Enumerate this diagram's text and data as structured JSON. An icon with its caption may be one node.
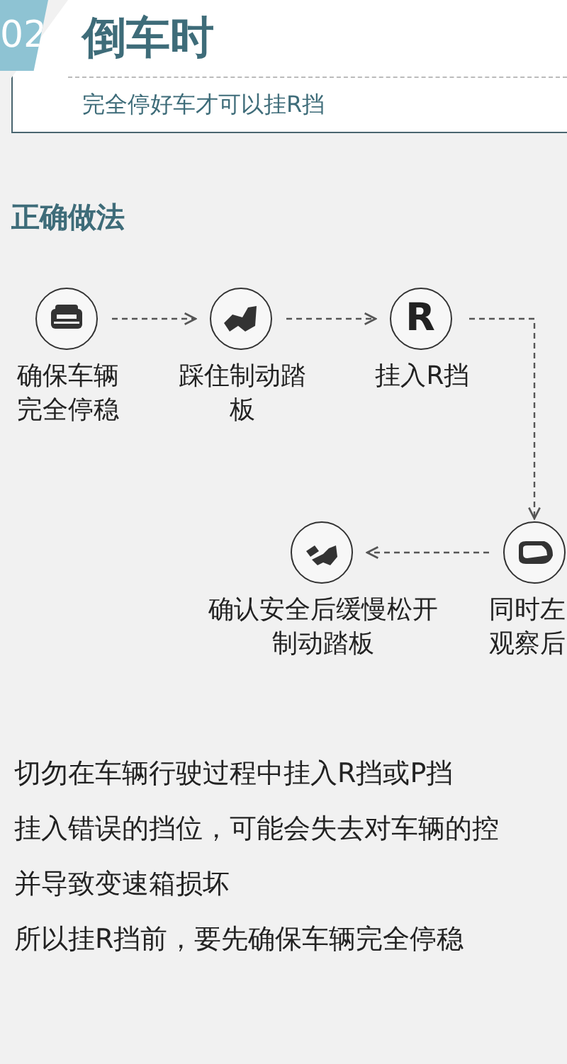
{
  "diagram": {
    "title": "倒车时",
    "nodes": [
      {
        "text": [
          "确保车辆完全停稳"
        ]
      },
      {
        "text": [
          "踩住制动踏板"
        ]
      },
      {
        "text": [
          "R",
          "挂入R挡"
        ]
      },
      {
        "text": [
          "确认安全后缓慢松开制动踏板"
        ]
      },
      {
        "text": [
          "同时左观察后"
        ]
      }
    ],
    "edges": [
      {
        "from": 0,
        "to": 1,
        "arrow": "to",
        "style": "dashed"
      },
      {
        "from": 1,
        "to": 2,
        "arrow": "to",
        "style": "dashed"
      },
      {
        "from": 2,
        "to": 4,
        "arrow": "to",
        "style": "dashed"
      },
      {
        "from": 4,
        "to": 3,
        "arrow": "to",
        "style": "dashed"
      }
    ],
    "labels": [
      "02",
      "完全停好车才可以挂R挡",
      "正确做法",
      "切勿在车辆行驶过程中挂入R挡或P挡",
      "挂入错误的挡位，可能会失去对车辆的控",
      "并导致变速箱损坏",
      "所以挂R挡前，要先确保车辆完全停稳"
    ]
  }
}
